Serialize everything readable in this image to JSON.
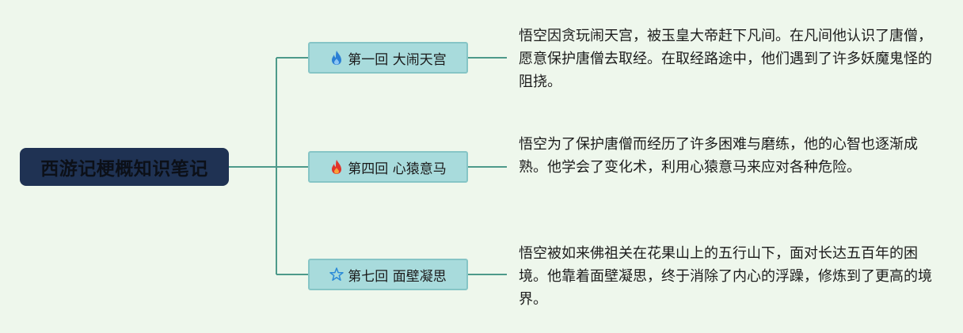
{
  "root": {
    "title": "西游记梗概知识笔记"
  },
  "branches": [
    {
      "icon": "blue-flame-icon",
      "label": "第一回 大闹天宫",
      "note": "悟空因贪玩闹天宫，被玉皇大帝赶下凡间。在凡间他认识了唐僧，愿意保护唐僧去取经。在取经路途中，他们遇到了许多妖魔鬼怪的阻挠。"
    },
    {
      "icon": "red-flame-icon",
      "label": "第四回 心猿意马",
      "note": "悟空为了保护唐僧而经历了许多困难与磨练，他的心智也逐渐成熟。他学会了变化术，利用心猿意马来应对各种危险。"
    },
    {
      "icon": "star-outline-icon",
      "label": "第七回 面壁凝思",
      "note": "悟空被如来佛祖关在花果山上的五行山下，面对长达五百年的困境。他靠着面壁凝思，终于消除了内心的浮躁，修炼到了更高的境界。"
    }
  ],
  "colors": {
    "background": "#eef7ec",
    "root_fill": "#1f3253",
    "branch_fill": "#a8dbdc",
    "connector": "#4d9a8a"
  }
}
